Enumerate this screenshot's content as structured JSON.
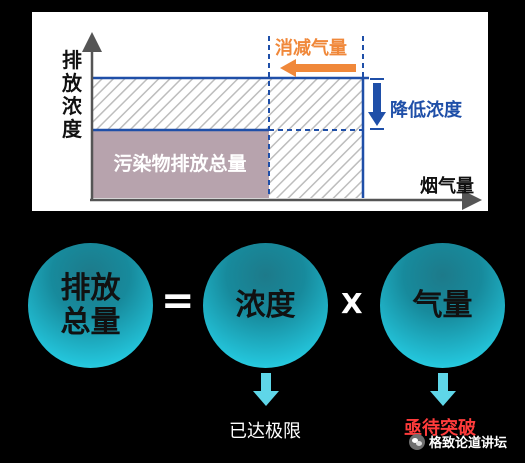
{
  "diagram": {
    "y_axis_label": "排放浓度",
    "x_axis_label": "烟气量",
    "top_annotation": "消减气量",
    "side_annotation": "降低浓度",
    "box_label": "污染物排放总量"
  },
  "equation": {
    "term_total": "排放总量",
    "equals": "=",
    "term_concentration": "浓度",
    "times": "X",
    "term_volume": "气量"
  },
  "captions": {
    "concentration": "已达极限",
    "volume": "亟待突破"
  },
  "watermark": "格致论道讲坛",
  "colors": {
    "axis_blue": "#1f4fa8",
    "orange": "#f0883a",
    "box_fill": "#b7a3ad",
    "hatch": "#bdbdbd",
    "circle_cyan": "#23c3d9",
    "warning_red": "#ff3b3b",
    "arrow_fill": "#5fd6e8"
  }
}
